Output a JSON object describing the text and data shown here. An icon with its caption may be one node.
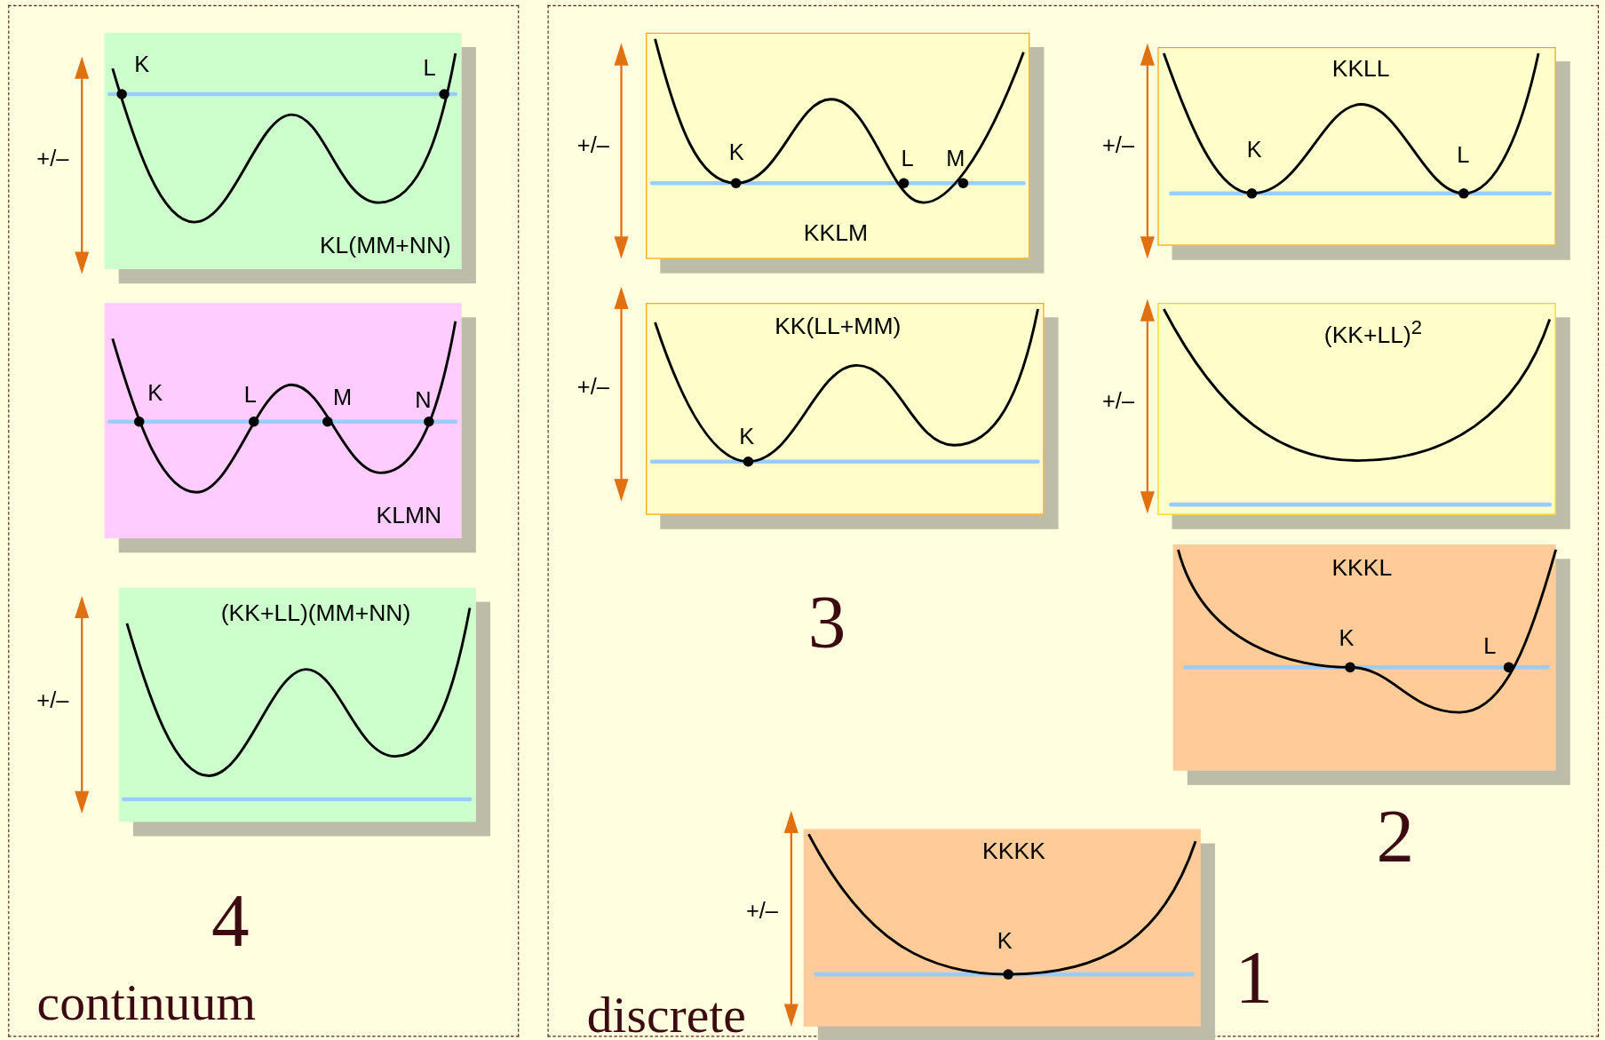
{
  "diagram": {
    "nodes": [
      {
        "text": [
          "continuum"
        ]
      },
      {
        "text": [
          "K",
          "L",
          "KL(MM+NN)"
        ],
        "in": 0,
        "beside": [
          "+/–"
        ]
      },
      {
        "text": [
          "K",
          "L",
          "M",
          "N",
          "KLMN"
        ],
        "in": 0
      },
      {
        "text": [
          "(KK+LL)(MM+NN)"
        ],
        "in": 0,
        "beside": [
          "+/–"
        ]
      },
      {
        "text": [
          "discrete"
        ]
      },
      {
        "text": [
          "K",
          "L",
          "M",
          "KKLM"
        ],
        "in": 4,
        "beside": [
          "+/–"
        ]
      },
      {
        "text": [
          "KKLL",
          "K",
          "L"
        ],
        "in": 4,
        "beside": [
          "+/–"
        ]
      },
      {
        "text": [
          "KK(LL+MM)",
          "K"
        ],
        "in": 4,
        "beside": [
          "+/–"
        ]
      },
      {
        "text": [
          "(KK+LL)$^{2}$"
        ],
        "in": 4,
        "beside": [
          "+/–"
        ]
      },
      {
        "text": [
          "KKKL",
          "K",
          "L"
        ],
        "in": 4
      },
      {
        "text": [
          "KKKK",
          "K"
        ],
        "in": 4,
        "beside": [
          "+/–"
        ]
      }
    ],
    "labels": [
      "3",
      "2",
      "4",
      "1"
    ]
  }
}
